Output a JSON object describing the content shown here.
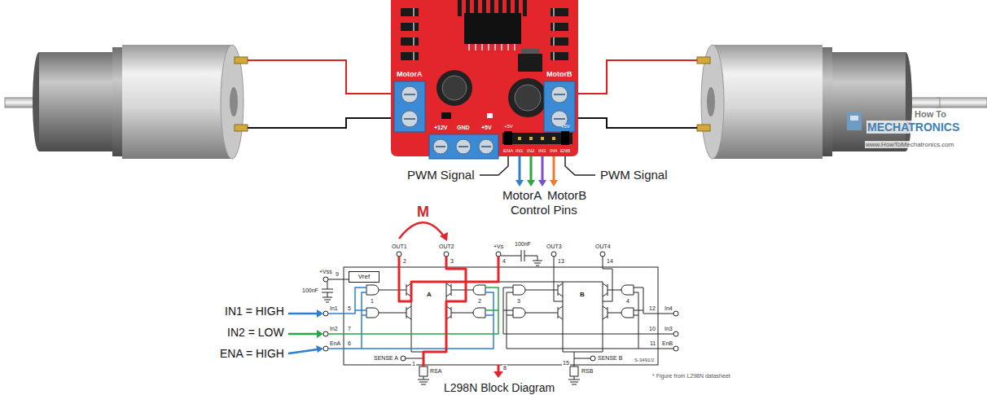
{
  "diagram": {
    "nodes": [
      {
        "text": [
          "Vref"
        ]
      }
    ],
    "labels": [
      "MotorA",
      "MotorB",
      "+12V",
      "GND",
      "+5V",
      "+5V",
      "+5V",
      "ENA",
      "IN1",
      "IN2",
      "IN3",
      "IN4",
      "ENB",
      "PWM Signal",
      "PWM Signal",
      "MotorA",
      "MotorB",
      "Control Pins",
      "How To",
      "MECHATRONICS",
      "www.HowToMechatronics.com",
      "M",
      "IN1 = HIGH",
      "IN2 = LOW",
      "ENA = HIGH",
      "L298N Block Diagram",
      "* Figure from L298N datasheet",
      "OUT1",
      "OUT2",
      "+Vs",
      "100nF",
      "OUT3",
      "OUT4",
      "2",
      "3",
      "4",
      "13",
      "14",
      "+Vss",
      "9",
      "100nF",
      "In1",
      "5",
      "In2",
      "7",
      "EnA",
      "6",
      "1",
      "A",
      "2",
      "3",
      "B",
      "4",
      "In4",
      "12",
      "In3",
      "10",
      "EnB",
      "11",
      "SENSE A",
      "1",
      "RSA",
      "8",
      "SENSE B",
      "15",
      "RSB",
      "S-3491/2"
    ]
  }
}
